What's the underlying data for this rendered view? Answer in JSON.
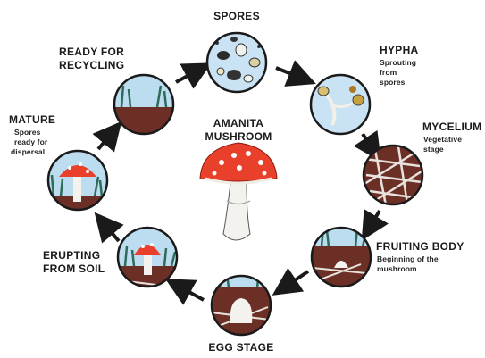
{
  "center": {
    "title_line1": "AMANITA",
    "title_line2": "MUSHROOM"
  },
  "stages": {
    "spores": {
      "title": "SPORES"
    },
    "hypha": {
      "title": "HYPHA",
      "desc1": "Sprouting",
      "desc2": "from",
      "desc3": "spores"
    },
    "mycelium": {
      "title": "MYCELIUM",
      "desc1": "Vegetative",
      "desc2": "stage"
    },
    "fruiting": {
      "title": "FRUITING BODY",
      "desc1": "Beginning of the",
      "desc2": "mushroom"
    },
    "egg": {
      "title": "EGG STAGE"
    },
    "erupting": {
      "title1": "ERUPTING",
      "title2": "FROM SOIL"
    },
    "mature": {
      "title": "MATURE",
      "desc1": "Spores",
      "desc2": "ready for",
      "desc3": "dispersal"
    },
    "recycling": {
      "title1": "READY FOR",
      "title2": "RECYCLING"
    }
  },
  "icons": [
    "spores-icon",
    "hypha-icon",
    "mycelium-icon",
    "fruiting-body-icon",
    "egg-stage-icon",
    "erupting-icon",
    "mature-icon",
    "recycling-icon",
    "amanita-mushroom-icon",
    "cycle-arrow-icon"
  ],
  "colors": {
    "soil": "#6b2f26",
    "sky": "#bcdcf0",
    "cap_red": "#e8402a",
    "grass": "#2e6b5a",
    "outline": "#1a1a1a"
  }
}
